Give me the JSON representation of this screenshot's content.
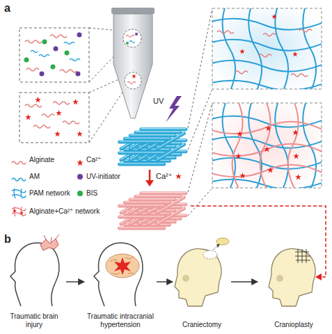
{
  "diagram": {
    "nodes": [
      {
        "text": [
          "Traumatic brain injury"
        ]
      },
      {
        "text": [
          "Traumatic intracranial hypertension"
        ]
      },
      {
        "text": [
          "Craniectomy"
        ]
      },
      {
        "text": [
          "Cranioplasty"
        ]
      }
    ],
    "edges": [
      {
        "from": 0,
        "to": 1,
        "arrow": "to"
      },
      {
        "from": 1,
        "to": 2,
        "arrow": "to"
      },
      {
        "from": 2,
        "to": 3,
        "arrow": "to"
      }
    ],
    "labels": [
      "a",
      "UV",
      "Ca²⁺",
      "b"
    ],
    "legend": [
      {
        "text": "Alginate"
      },
      {
        "text": "Ca²⁺"
      },
      {
        "text": "AM"
      },
      {
        "text": "UV-initiator",
        "color": "#6a3d9a"
      },
      {
        "text": "PAM network"
      },
      {
        "text": "BIS",
        "color": "#2eaa4a"
      },
      {
        "text": "Alginate+Ca²⁺ network"
      }
    ]
  }
}
